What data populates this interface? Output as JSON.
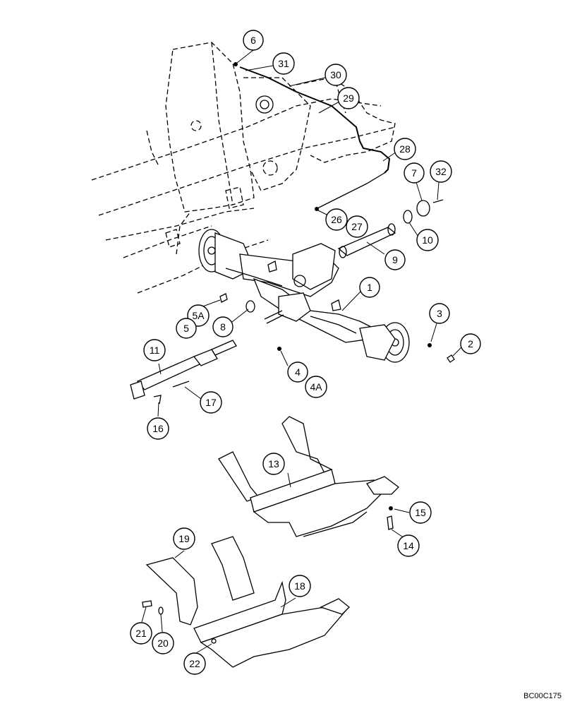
{
  "callouts": {
    "c1": "1",
    "c2": "2",
    "c3": "3",
    "c4": "4",
    "c4a": "4A",
    "c5": "5",
    "c5a": "5A",
    "c6": "6",
    "c7": "7",
    "c8": "8",
    "c9": "9",
    "c10": "10",
    "c11": "11",
    "c13": "13",
    "c14": "14",
    "c15": "15",
    "c16": "16",
    "c17": "17",
    "c18": "18",
    "c19": "19",
    "c20": "20",
    "c21": "21",
    "c22": "22",
    "c26": "26",
    "c27": "27",
    "c28": "28",
    "c29": "29",
    "c30": "30",
    "c31": "31",
    "c32": "32"
  },
  "figure_code": "BC00C175"
}
